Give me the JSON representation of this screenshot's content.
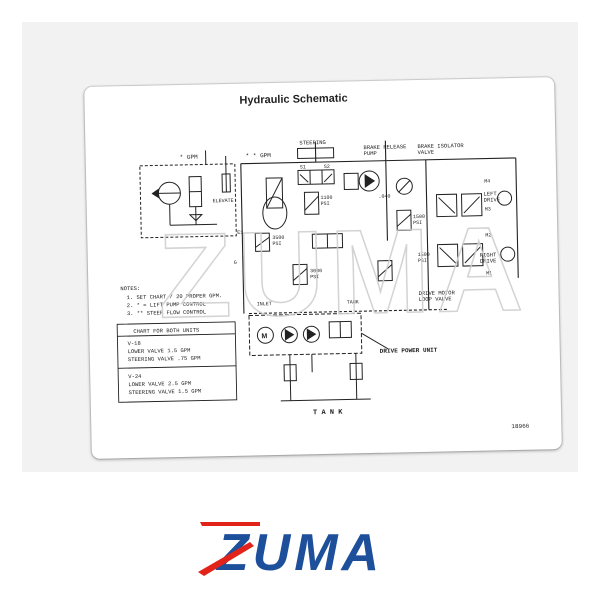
{
  "colors": {
    "photo_bg": "#f2f2f2",
    "ink": "#222222",
    "logo_red": "#e2231a",
    "logo_blue": "#1d4f9b",
    "watermark": "#d0d0d0"
  },
  "decal": {
    "title": "Hydraulic Schematic",
    "part_number": "18966",
    "labels": {
      "gpm_left": "* GPM",
      "gpm_mid": "* * GPM",
      "steering": "STEERING",
      "s1": "S1",
      "s2": "S2",
      "elevate": "ELEVATE",
      "brake_release_pump": "BRAKE RELEASE\nPUMP",
      "brake_isolator_valve": "BRAKE ISOLATOR\nVALVE",
      "psi_1100": "1100\nPSI",
      "psi_3500": "3500\nPSI",
      "psi_1500": "1500\nPSI",
      "psi_3000": "3000\nPSI",
      "psi_1500_b": "1500\nPSI",
      "m4": "M4",
      "m3": "M3",
      "m2": "M2",
      "m1": "M1",
      "left_drive": "LEFT\nDRIVE",
      "right_drive": "RIGHT\nDRIVE",
      "d40": ".040",
      "e1": "E1",
      "g": "G",
      "inlet": "INLET",
      "tank_small": "TANK",
      "drive_motor_loop_valve": "DRIVE MOTOR\nLOOP VALVE",
      "drive_power_unit": "DRIVE POWER UNIT",
      "tank": "T A N K",
      "motor": "M"
    },
    "notes": {
      "heading": "NOTES:",
      "lines": [
        "1. SET CHART / 20 PROPER GPM.",
        "2. * = LIFT PUMP CONTROL",
        "3. ** STEER FLOW CONTROL"
      ]
    },
    "chart": {
      "header": "CHART FOR BOTH UNITS",
      "rows": [
        {
          "model": "V-18",
          "lines": [
            "LOWER VALVE 1.5 GPM",
            "STEERING VALVE .75 GPM"
          ]
        },
        {
          "model": "V-24",
          "lines": [
            "LOWER VALVE 2.5 GPM",
            "STEERING VALVE 1.5 GPM"
          ]
        }
      ]
    },
    "watermark": "ZUMA"
  },
  "logo": {
    "text": "ZUMA"
  }
}
